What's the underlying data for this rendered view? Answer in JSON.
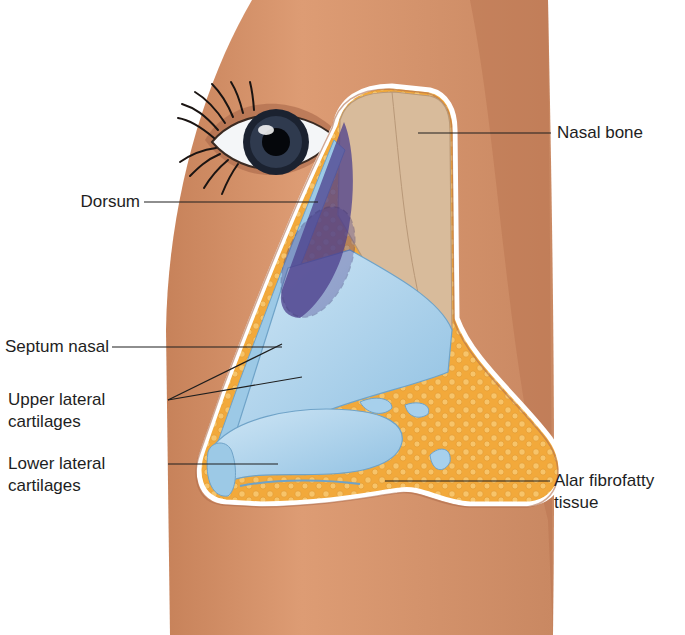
{
  "diagram": {
    "labels": [
      "Nasal bone",
      "Dorsum",
      "Septum nasal",
      "Upper lateral cartilages",
      "Lower lateral cartilages",
      "Alar fibrofatty tissue"
    ]
  }
}
